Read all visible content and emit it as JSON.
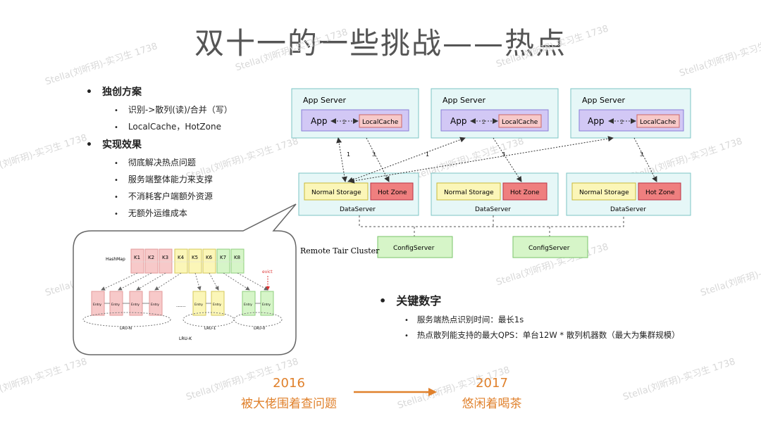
{
  "title": "双十一的一些挑战——热点",
  "watermark": "Stella(刘昕玥)-实习生 1738",
  "left_bullets": {
    "section1": {
      "heading": "独创方案",
      "items": [
        "识别->散列(读)/合并（写）",
        "LocalCache，HotZone"
      ]
    },
    "section2": {
      "heading": "实现效果",
      "items": [
        "彻底解决热点问题",
        "服务端整体能力来支撑",
        "不消耗客户端额外资源",
        "无额外运维成本"
      ]
    }
  },
  "architecture": {
    "app_server_label": "App Server",
    "app_label": "App",
    "local_cache_label": "LocalCache",
    "arrow_app_cache": "2",
    "edge_label_1": "1",
    "edge_label_3": "3",
    "normal_storage_label": "Normal Storage",
    "hot_zone_label": "Hot Zone",
    "data_server_label": "DataServer",
    "config_server_label": "ConfigServer",
    "cluster_label": "Remote Tair Cluster"
  },
  "lru_diagram": {
    "hashmap_label": "HashMap",
    "keys": [
      "K1",
      "K2",
      "K3",
      "K4",
      "K5",
      "K6",
      "K7",
      "K8"
    ],
    "evict_label": "evict",
    "entry_label": "Entry",
    "ellipsis": "......",
    "lru_n": "LRU-N",
    "lru_1": "LRU-1",
    "lru_0": "LRU-0",
    "lru_k": "LRU-K"
  },
  "key_numbers": {
    "heading": "关键数字",
    "items": [
      "服务端热点识别时间：最长1s",
      "热点散列能支持的最大QPS：单台12W * 散列机器数（最大为集群规模）"
    ]
  },
  "timeline": {
    "left_year": "2016",
    "left_desc": "被大佬围着查问题",
    "right_year": "2017",
    "right_desc": "悠闲着喝茶"
  },
  "colors": {
    "app_server_fill": "#e6f7f7",
    "app_fill": "#d2c8f5",
    "local_cache_fill": "#f7c9c9",
    "normal_storage_fill": "#fbf6b8",
    "hot_zone_fill": "#ef7f7f",
    "config_server_fill": "#d6f5c8",
    "accent_orange": "#e0812c"
  }
}
